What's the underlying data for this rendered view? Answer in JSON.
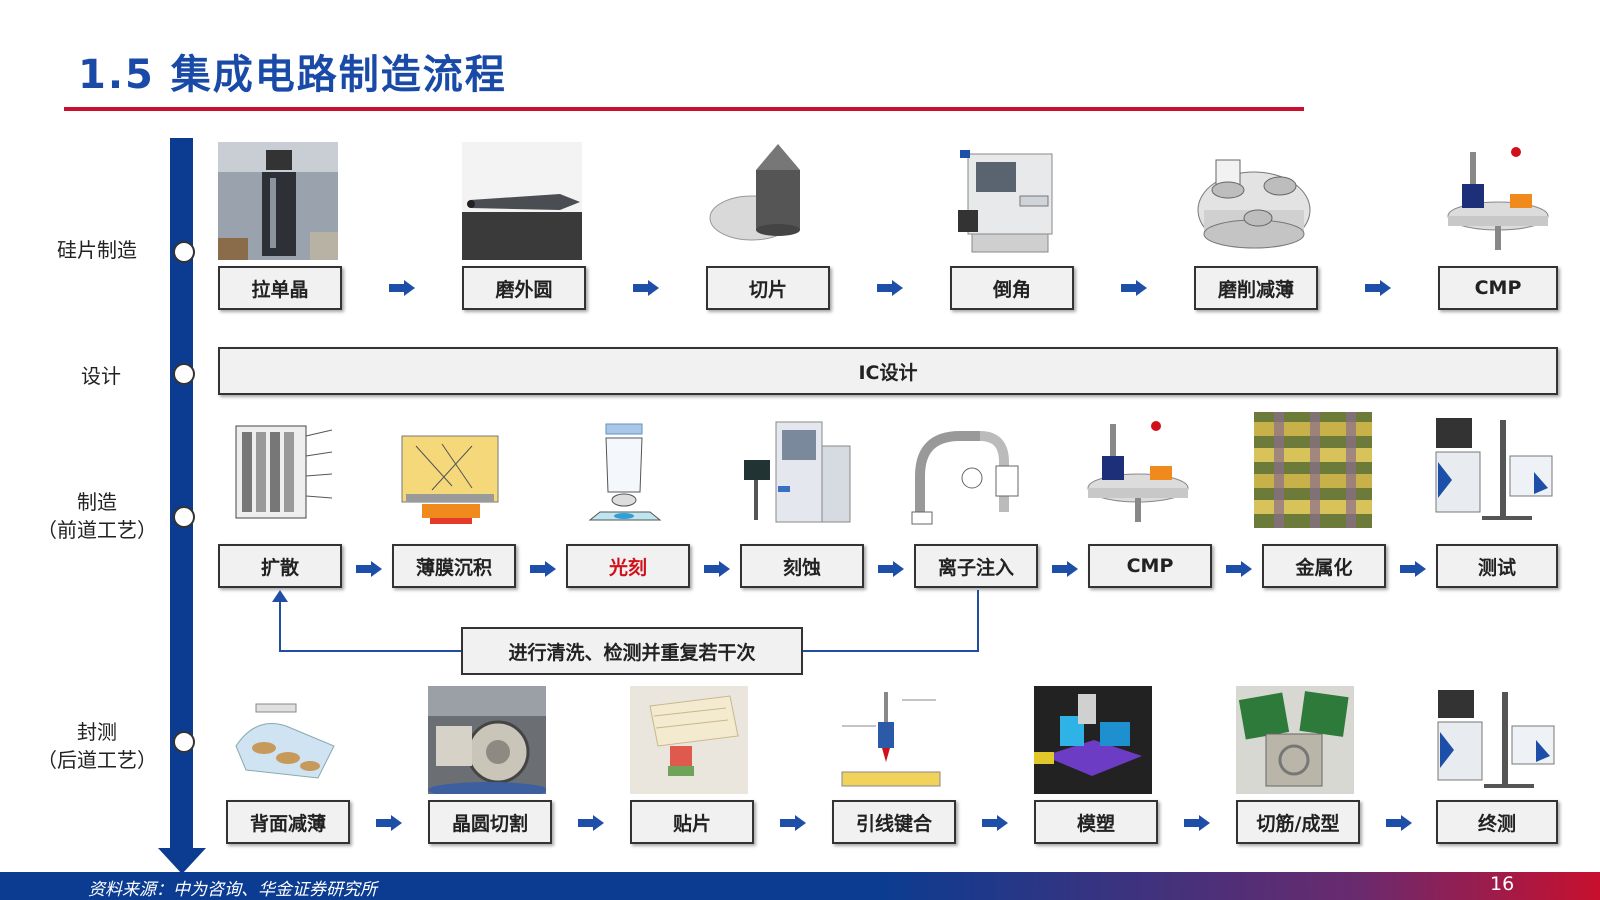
{
  "title": "1.5 集成电路制造流程",
  "stages": {
    "wafer": "硅片制造",
    "design": "设计",
    "front_1": "制造",
    "front_2": "（前道工艺）",
    "back_1": "封测",
    "back_2": "（后道工艺）"
  },
  "wafer_steps": [
    "拉单晶",
    "磨外圆",
    "切片",
    "倒角",
    "磨削减薄",
    "CMP"
  ],
  "design_step": "IC设计",
  "front_steps": [
    "扩散",
    "薄膜沉积",
    "光刻",
    "刻蚀",
    "离子注入",
    "CMP",
    "金属化",
    "测试"
  ],
  "loop_note": "进行清洗、检测并重复若干次",
  "back_steps": [
    "背面减薄",
    "晶圆切割",
    "贴片",
    "引线键合",
    "模塑",
    "切筋/成型",
    "终测"
  ],
  "highlight_color": "#d0101b",
  "accent_color": "#0b3c91",
  "source": "资料来源：中为咨询、华金证券研究所",
  "page_number": "16"
}
